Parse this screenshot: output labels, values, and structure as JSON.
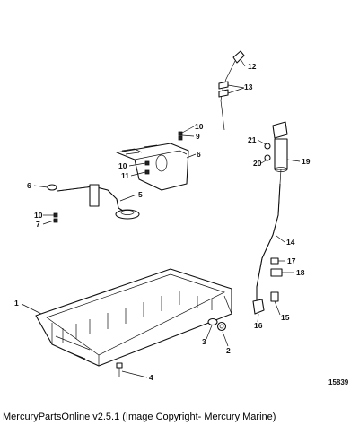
{
  "figure_number": "15839",
  "footer": "MercuryPartsOnline v2.5.1 (Image Copyright- Mercury Marine)",
  "callouts": {
    "c1": "1",
    "c2": "2",
    "c3": "3",
    "c4": "4",
    "c5": "5",
    "c6a": "6",
    "c6b": "6",
    "c7": "7",
    "c9": "9",
    "c10a": "10",
    "c10b": "10",
    "c10c": "10",
    "c11": "11",
    "c12": "12",
    "c13": "13",
    "c14": "14",
    "c15": "15",
    "c16": "16",
    "c17": "17",
    "c18": "18",
    "c19": "19",
    "c20": "20",
    "c21": "21"
  }
}
